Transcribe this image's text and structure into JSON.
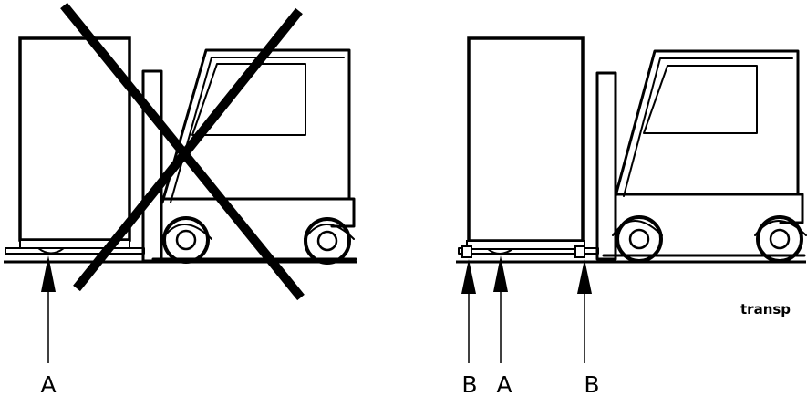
{
  "diagram": {
    "left_panel": {
      "label_a": "A",
      "status": "incorrect"
    },
    "right_panel": {
      "label_b_left": "B",
      "label_a": "A",
      "label_b_right": "B",
      "status": "correct"
    },
    "caption": "transp"
  },
  "colors": {
    "line": "#000000",
    "background": "#ffffff"
  },
  "icons": {
    "cross": "cross-mark-icon",
    "arrow": "upward-arrow-icon"
  }
}
